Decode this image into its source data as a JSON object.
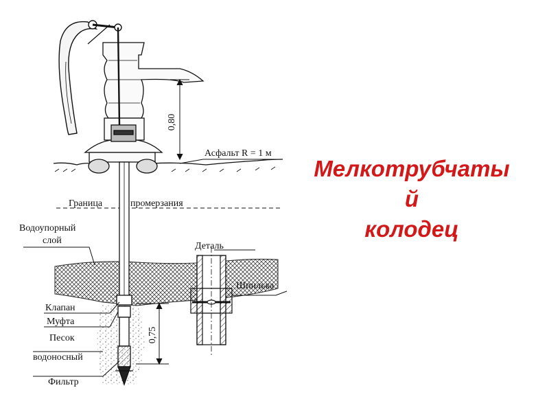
{
  "title": {
    "line1": "Мелкотрубчаты",
    "line2": "й",
    "line3": "колодец"
  },
  "labels": {
    "asphalt": "Асфальт R = 1 м",
    "freeze_line_left": "Граница",
    "freeze_line_right": "промерзания",
    "aquitard_line1": "Водоупорный",
    "aquitard_line2": "слой",
    "valve": "Клапан",
    "coupling": "Муфта",
    "sand_line1": "Песок",
    "sand_line2": "водоносный",
    "filter": "Фильтр",
    "detail": "Деталь",
    "pin": "Шпилька",
    "dim_spout": "0,80",
    "dim_filter": "0,75"
  },
  "colors": {
    "title": "#d21818",
    "ink": "#111111"
  }
}
